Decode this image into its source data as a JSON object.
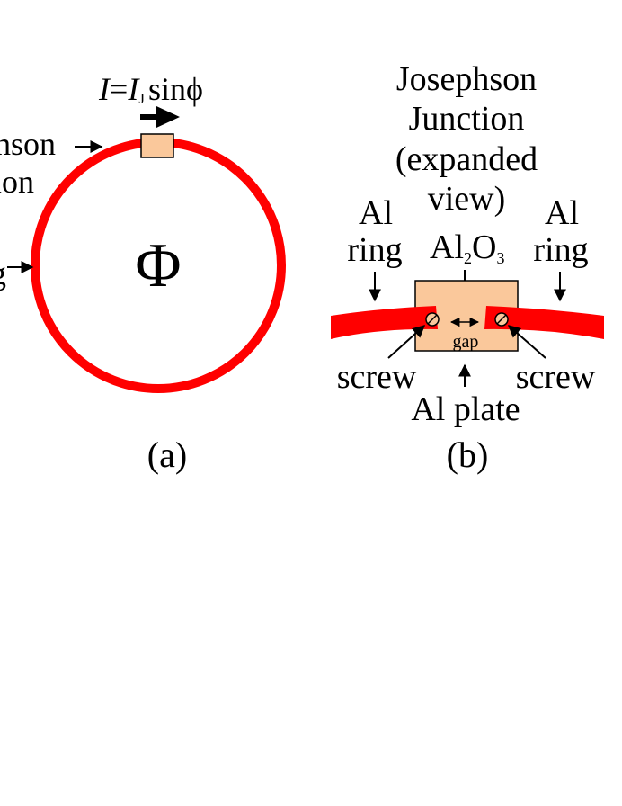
{
  "panel_a": {
    "current_formula": {
      "I": "I",
      "eq": "=",
      "IJ": "I",
      "IJ_sub": "J",
      "sin": "sin",
      "phi": "ϕ"
    },
    "junction_label_line1": "hson",
    "junction_label_line2": "ion",
    "ring_label_partial": "g",
    "flux_symbol": "Φ",
    "caption": "(a)"
  },
  "panel_b": {
    "title_line1": "Josephson",
    "title_line2": "Junction",
    "title_line3": "(expanded",
    "title_line4": "view)",
    "left_ring_line1": "Al",
    "left_ring_line2": "ring",
    "right_ring_line1": "Al",
    "right_ring_line2": "ring",
    "oxide_base": "Al",
    "oxide_sub1": "2",
    "oxide_mid": "O",
    "oxide_sub2": "3",
    "gap_label": "gap",
    "screw_left": "screw",
    "screw_right": "screw",
    "plate_label": "Al plate",
    "caption": "(b)"
  },
  "colors": {
    "ring": "#ff0000",
    "junction_fill": "#fac89b",
    "outline": "#000000"
  }
}
